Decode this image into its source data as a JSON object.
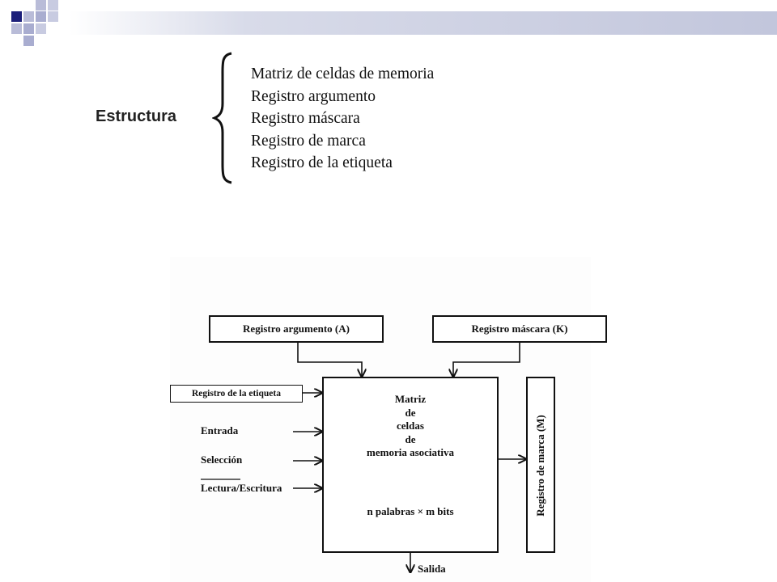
{
  "heading": "Estructura",
  "structure_items": [
    "Matriz de celdas de memoria",
    "Registro argumento",
    "Registro máscara",
    "Registro de marca",
    "Registro de la etiqueta"
  ],
  "diagram": {
    "argument_register": "Registro argumento (A)",
    "mask_register": "Registro máscara (K)",
    "tag_register": "Registro de la etiqueta",
    "matrix_lines": [
      "Matriz",
      "de",
      "celdas",
      "de",
      "memoria asociativa"
    ],
    "matrix_size": "n palabras × m bits",
    "mark_register": "Registro de marca (M)",
    "input_entrada": "Entrada",
    "input_seleccion": "Selección",
    "input_rw": "Lectura/Escritura",
    "output": "Salida"
  },
  "colors": {
    "deco_dark_blue": "#1c1f7a",
    "deco_light_blue": "#a9add0",
    "line": "#111111"
  }
}
